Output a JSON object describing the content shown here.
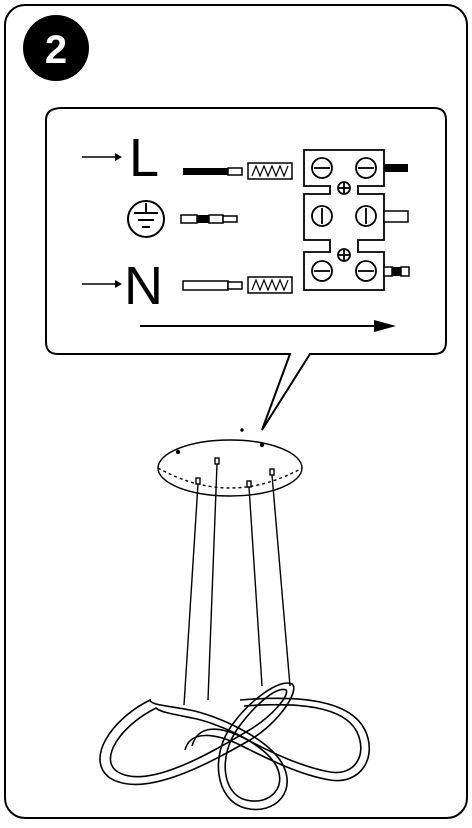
{
  "step": {
    "number": "2"
  },
  "wiring": {
    "live_label": "L",
    "neutral_label": "N"
  },
  "colors": {
    "ink": "#000000",
    "paper": "#ffffff"
  },
  "icons": [
    "arrow-right-icon",
    "ground-icon",
    "terminal-screw-icon",
    "fixture-chandelier"
  ]
}
